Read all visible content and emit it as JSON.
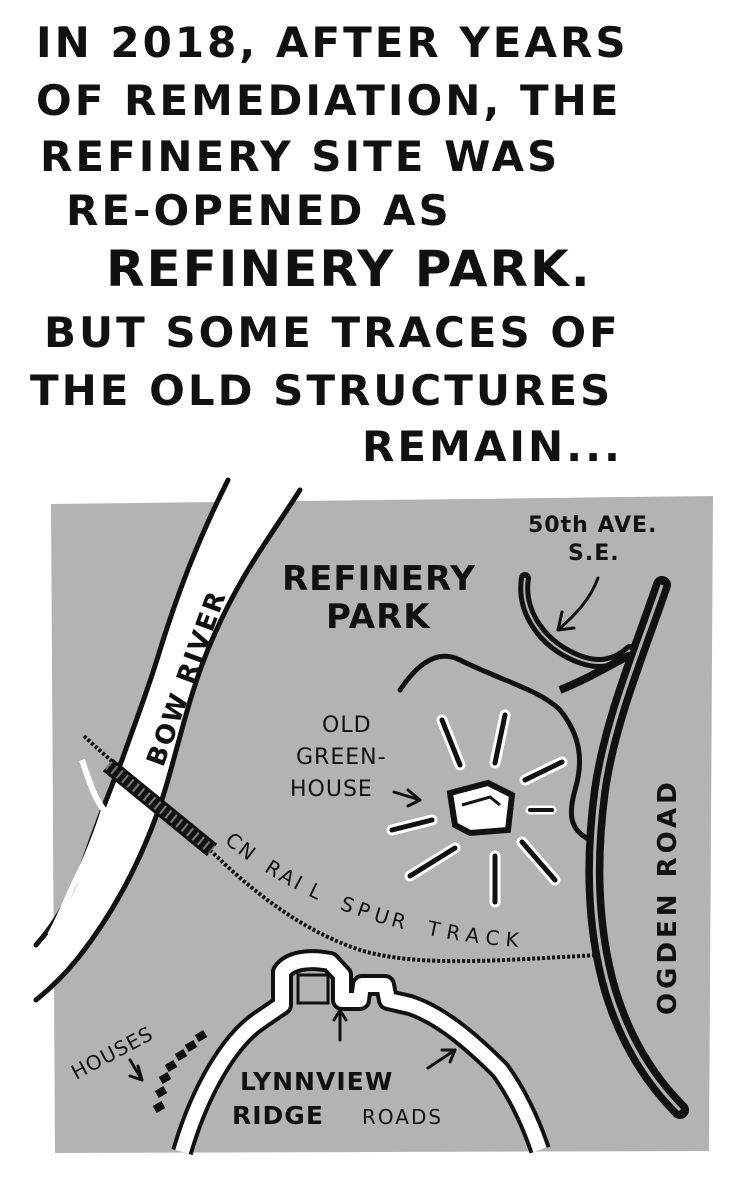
{
  "caption": {
    "line1": "IN 2018, AFTER YEARS",
    "line2": "OF REMEDIATION, THE",
    "line3": "REFINERY SITE WAS",
    "line4": "RE-OPENED AS",
    "line5": "REFINERY PARK.",
    "line6": "BUT SOME TRACES OF",
    "line7": "THE OLD STRUCTURES",
    "line8": "REMAIN..."
  },
  "map": {
    "park_label_1": "REFINERY",
    "park_label_2": "PARK",
    "river_label": "BOW RIVER",
    "avenue_label_1": "50th AVE.",
    "avenue_label_2": "S.E.",
    "road_label": "OGDEN ROAD",
    "greenhouse_label_1": "OLD",
    "greenhouse_label_2": "GREEN-",
    "greenhouse_label_3": "HOUSE",
    "rail_label": "CN RAIL SPUR TRACK",
    "houses_label": "HOUSES",
    "lynnview_label_1": "LYNNVIEW",
    "lynnview_label_2": "RIDGE",
    "lynnview_label_3": "ROADS"
  },
  "colors": {
    "ground": "#b3b3b3",
    "ink": "#111111",
    "water": "#ffffff",
    "road": "#ffffff"
  }
}
